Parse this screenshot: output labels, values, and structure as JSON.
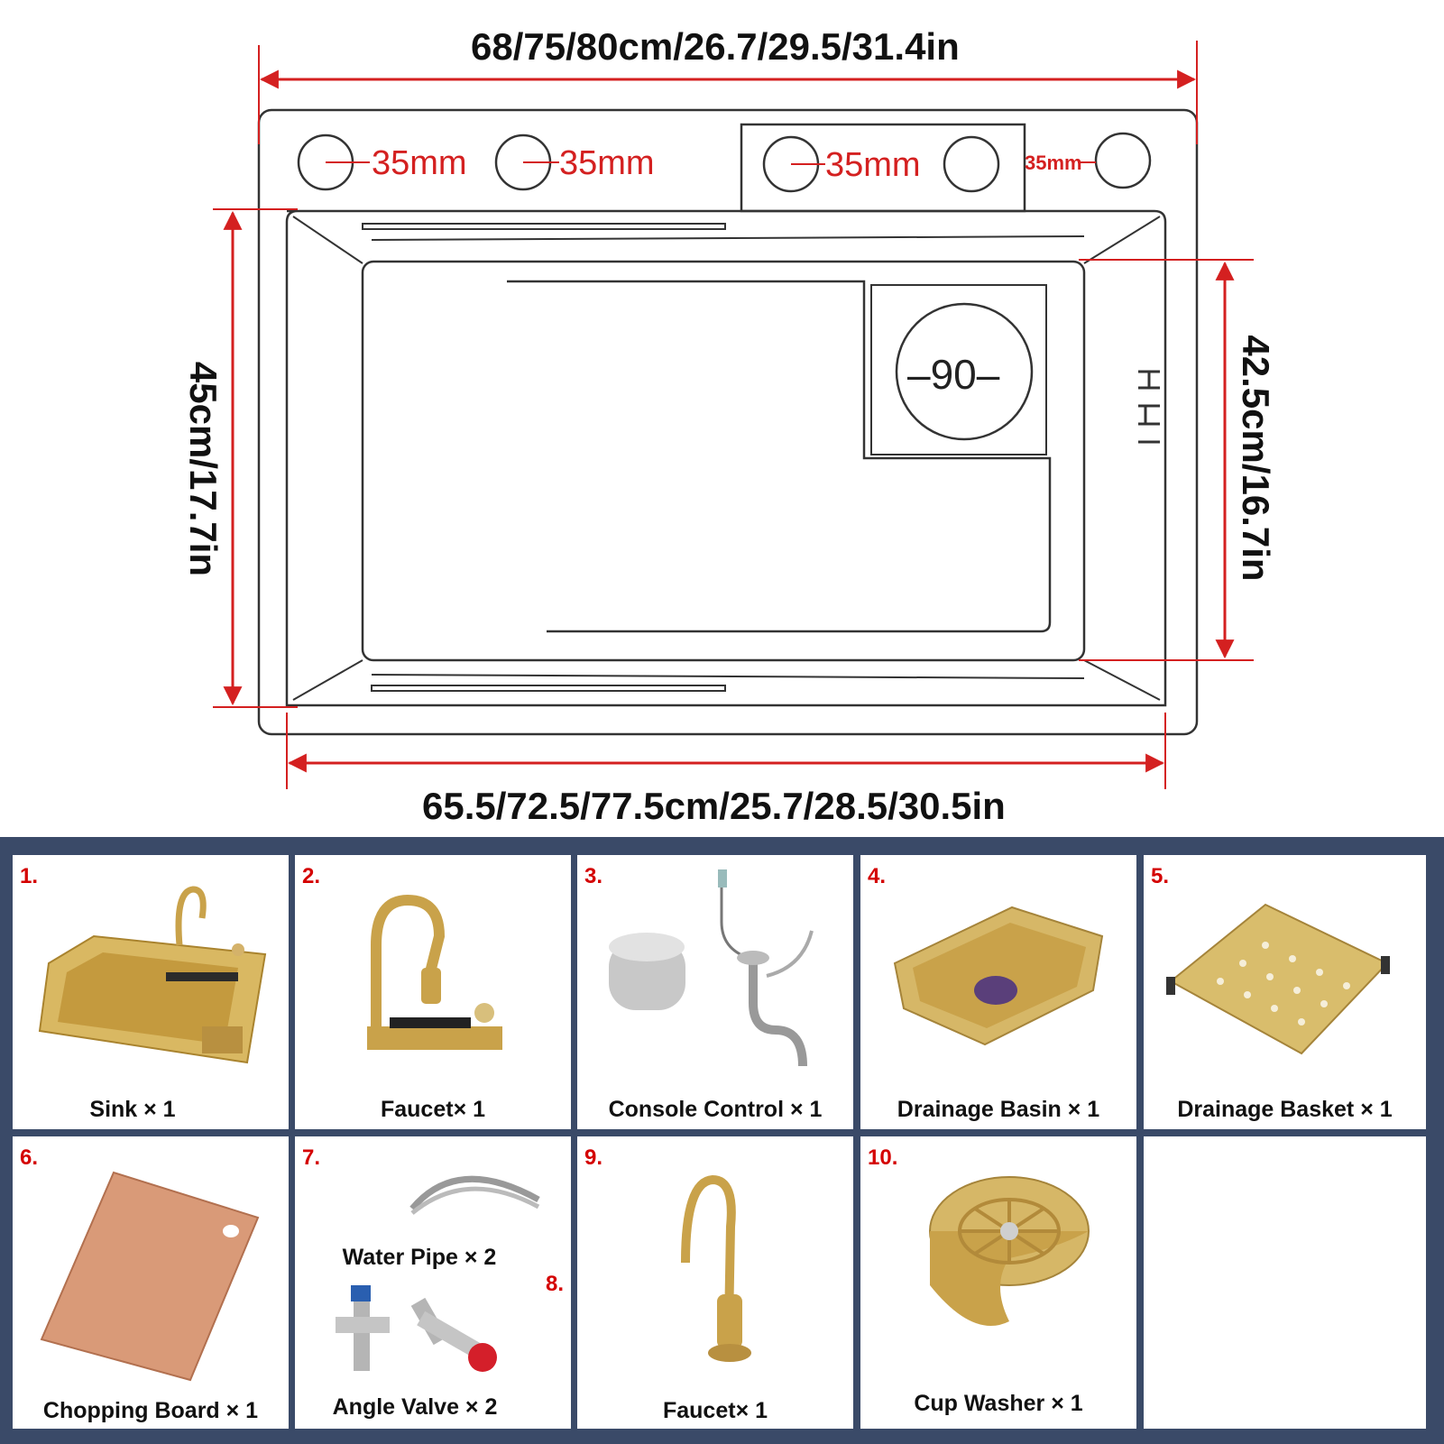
{
  "dimensions": {
    "top_width": "68/75/80cm/26.7/29.5/31.4in",
    "bottom_width": "65.5/72.5/77.5cm/25.7/28.5/30.5in",
    "left_height": "45cm/17.7in",
    "right_height": "42.5cm/16.7in",
    "hole_1": "35mm",
    "hole_2": "35mm",
    "hole_3": "35mm",
    "hole_4": "35mm",
    "drain": "90"
  },
  "items": [
    {
      "num": "1.",
      "label": "Sink × 1"
    },
    {
      "num": "2.",
      "label": "Faucet× 1"
    },
    {
      "num": "3.",
      "label": "Console Control × 1"
    },
    {
      "num": "4.",
      "label": "Drainage Basin × 1"
    },
    {
      "num": "5.",
      "label": "Drainage Basket × 1"
    },
    {
      "num": "6.",
      "label": "Chopping Board × 1"
    },
    {
      "num": "7.",
      "label": "Water Pipe × 2"
    },
    {
      "num": "8.",
      "label": "Angle Valve × 2"
    },
    {
      "num": "9.",
      "label": "Faucet× 1"
    },
    {
      "num": "10.",
      "label": "Cup Washer × 1"
    }
  ],
  "colors": {
    "dimension_line": "#d42020",
    "panel_background": "#3a4a68",
    "item_number": "#d40000",
    "gold": "#c9a24a"
  }
}
